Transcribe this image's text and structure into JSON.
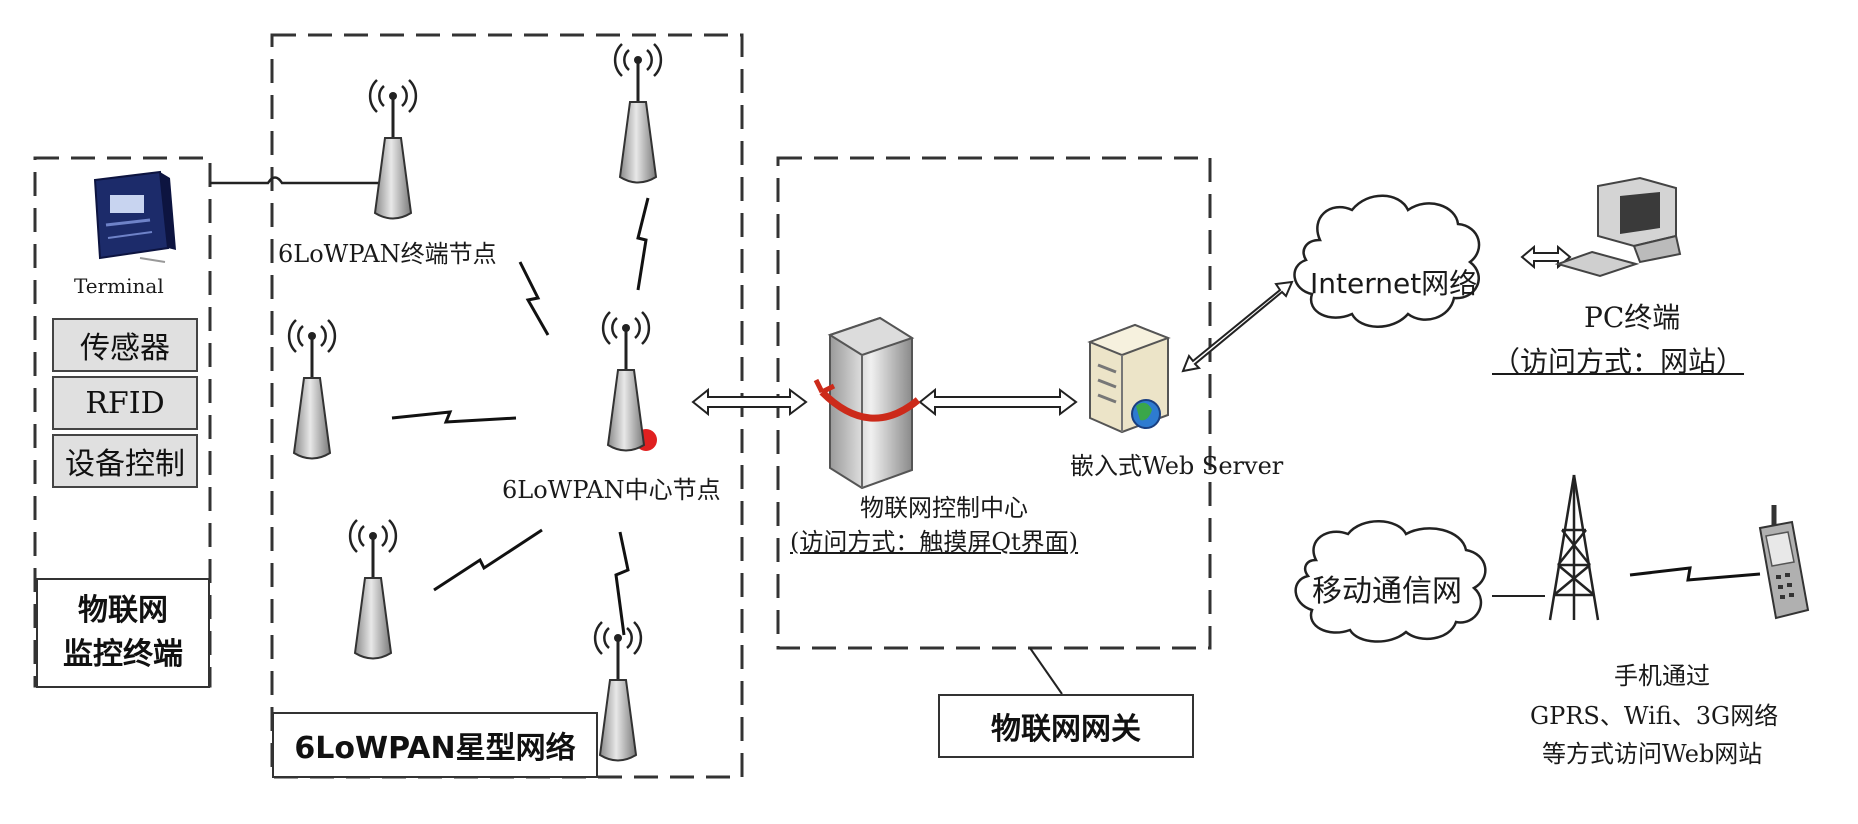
{
  "terminal": {
    "device_label": "Terminal",
    "modules": [
      "传感器",
      "RFID",
      "设备控制"
    ],
    "title_lines": [
      "物联网",
      "监控终端"
    ]
  },
  "star_network": {
    "end_node_label": "6LoWPAN终端节点",
    "center_node_label": "6LoWPAN中心节点",
    "title": "6LoWPAN星型网络"
  },
  "gateway": {
    "control_center_label": "物联网控制中心",
    "control_center_access": "(访问方式：触摸屏Qt界面)",
    "web_server_label": "嵌入式Web Server",
    "title": "物联网网关"
  },
  "internet": {
    "cloud_label": "Internet网络",
    "pc_label": "PC终端",
    "pc_access": "（访问方式：网站）"
  },
  "mobile": {
    "cloud_label": "移动通信网",
    "caption_lines": [
      "手机通过",
      "GPRS、Wifi、3G网络",
      "等方式访问Web网站"
    ]
  },
  "colors": {
    "line": "#222222",
    "antenna_body": "#b8b8b8",
    "center_dot": "#e02020",
    "module_fill": "#e0e0e0"
  }
}
